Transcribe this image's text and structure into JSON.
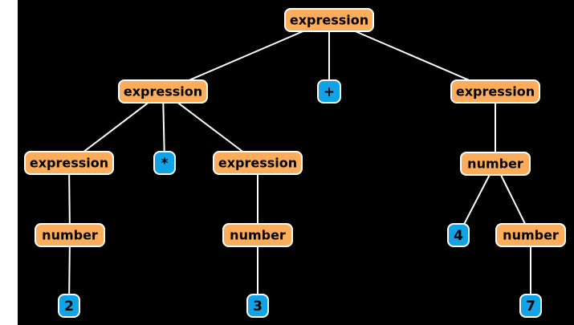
{
  "diagram": {
    "type": "parse-tree",
    "colors": {
      "background": "#000000",
      "edge": "#ffffff",
      "nonterminal_fill": "#fcad5c",
      "terminal_fill": "#11a3e5",
      "node_border": "#ffffff",
      "text": "#000000"
    },
    "nodes": [
      {
        "id": "root",
        "kind": "nonterminal",
        "label": "expression"
      },
      {
        "id": "left-expr",
        "kind": "nonterminal",
        "label": "expression"
      },
      {
        "id": "plus",
        "kind": "terminal",
        "label": "+"
      },
      {
        "id": "right-expr",
        "kind": "nonterminal",
        "label": "expression"
      },
      {
        "id": "left-left-expr",
        "kind": "nonterminal",
        "label": "expression"
      },
      {
        "id": "times",
        "kind": "terminal",
        "label": "*"
      },
      {
        "id": "left-right-expr",
        "kind": "nonterminal",
        "label": "expression"
      },
      {
        "id": "right-number",
        "kind": "nonterminal",
        "label": "number"
      },
      {
        "id": "number-a",
        "kind": "nonterminal",
        "label": "number"
      },
      {
        "id": "number-b",
        "kind": "nonterminal",
        "label": "number"
      },
      {
        "id": "digit-4",
        "kind": "terminal",
        "label": "4"
      },
      {
        "id": "number-c",
        "kind": "nonterminal",
        "label": "number"
      },
      {
        "id": "digit-2",
        "kind": "terminal",
        "label": "2"
      },
      {
        "id": "digit-3",
        "kind": "terminal",
        "label": "3"
      },
      {
        "id": "digit-7",
        "kind": "terminal",
        "label": "7"
      }
    ],
    "edges": [
      [
        "root",
        "left-expr"
      ],
      [
        "root",
        "plus"
      ],
      [
        "root",
        "right-expr"
      ],
      [
        "left-expr",
        "left-left-expr"
      ],
      [
        "left-expr",
        "times"
      ],
      [
        "left-expr",
        "left-right-expr"
      ],
      [
        "right-expr",
        "right-number"
      ],
      [
        "left-left-expr",
        "number-a"
      ],
      [
        "left-right-expr",
        "number-b"
      ],
      [
        "right-number",
        "digit-4"
      ],
      [
        "right-number",
        "number-c"
      ],
      [
        "number-a",
        "digit-2"
      ],
      [
        "number-b",
        "digit-3"
      ],
      [
        "number-c",
        "digit-7"
      ]
    ]
  }
}
